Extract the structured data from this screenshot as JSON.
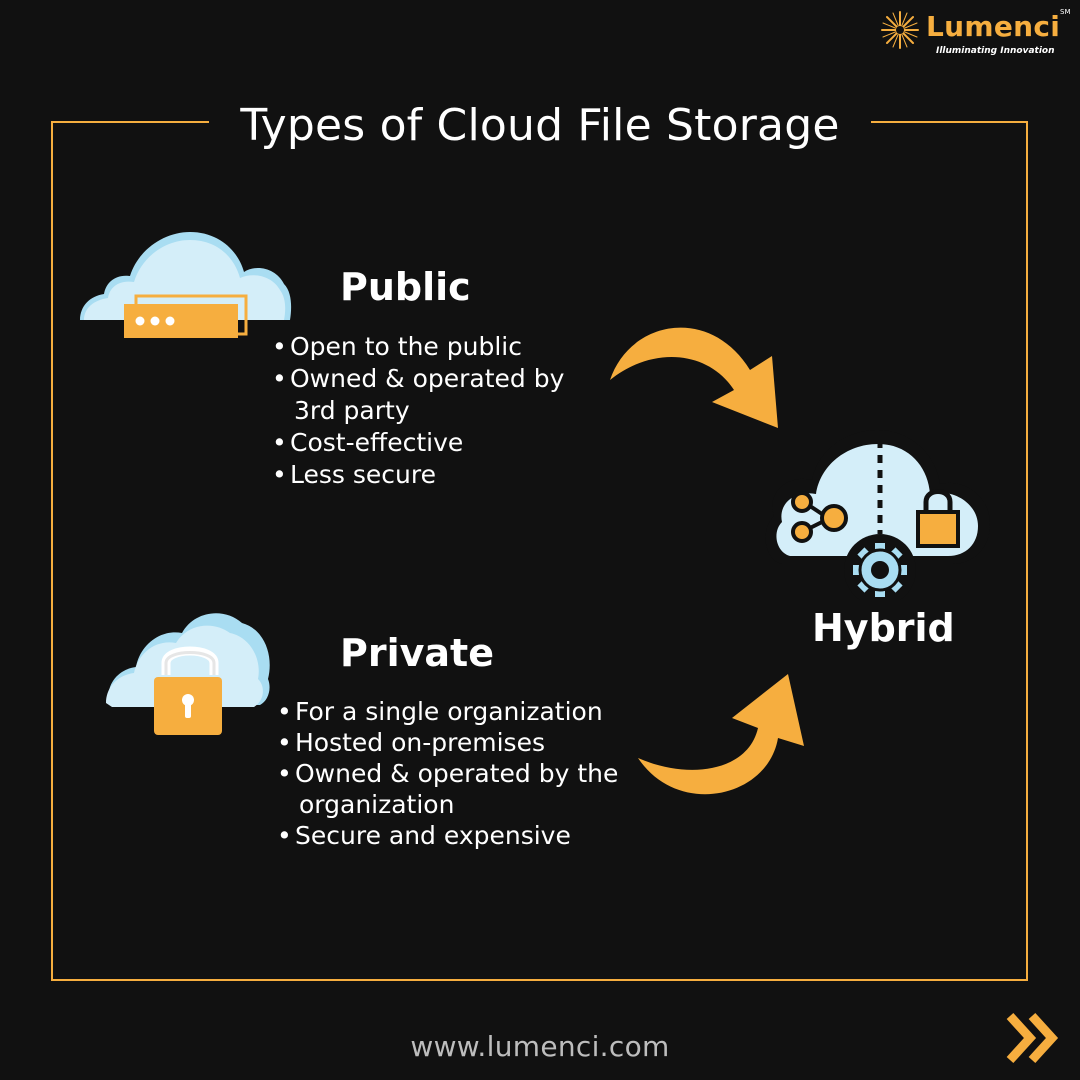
{
  "brand": {
    "name": "Lumenci",
    "mark": "SM",
    "tagline": "Illuminating Innovation"
  },
  "title": "Types of Cloud File Storage",
  "public": {
    "heading": "Public",
    "bullets": [
      "Open to the public",
      "Owned & operated by",
      "3rd party",
      "Cost-effective",
      "Less secure"
    ],
    "icon": "cloud-server-icon"
  },
  "private": {
    "heading": "Private",
    "bullets": [
      "For a single organization",
      "Hosted on-premises",
      "Owned & operated by the",
      "organization",
      "Secure and expensive"
    ],
    "icon": "cloud-lock-icon"
  },
  "hybrid": {
    "label": "Hybrid",
    "icon": "hybrid-cloud-icon"
  },
  "footer": {
    "url": "www.lumenci.com",
    "next_icon": "double-chevron-right-icon"
  },
  "colors": {
    "background": "#111111",
    "accent": "#F6AE3F",
    "cloud": "#D4EEF9",
    "cloud_edge": "#A9DDF2",
    "text": "#FFFFFF",
    "muted": "#BDBDBD"
  }
}
